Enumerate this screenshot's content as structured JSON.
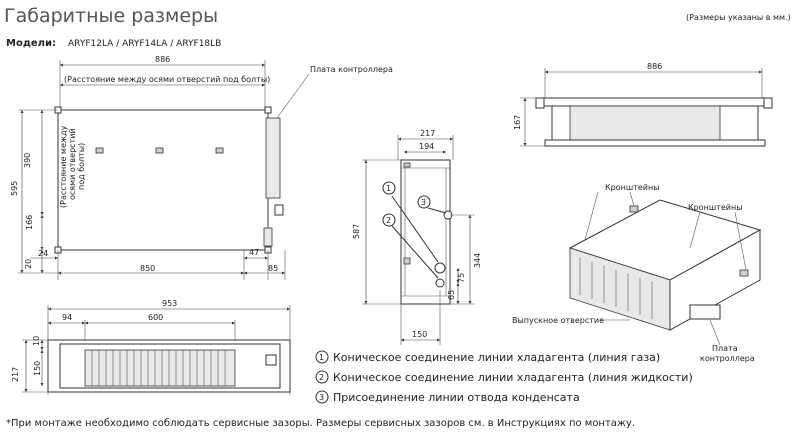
{
  "header": {
    "title": "Габаритные размеры",
    "units_note": "(Размеры указаны в мм.)",
    "models_label": "Модели:",
    "models_value": "ARYF12LA / ARYF14LA / ARYF18LB"
  },
  "top_view": {
    "dim_886": "886",
    "bolt_axis_note": "(Расстояние между осями отверстий под болты)",
    "controller_plate": "Плата контроллера",
    "dim_595": "595",
    "dim_390": "390",
    "vertical_note_1": "(Расстояние между",
    "vertical_note_2": "осями отверстий",
    "vertical_note_3": "под болты)",
    "dim_166": "166",
    "dim_20": "20",
    "dim_24": "24",
    "dim_850": "850",
    "dim_47": "47",
    "dim_85": "85"
  },
  "front_view": {
    "dim_953": "953",
    "dim_94": "94",
    "dim_600": "600",
    "dim_10": "10",
    "dim_150": "150",
    "dim_217": "217"
  },
  "side_view": {
    "dim_217": "217",
    "dim_194": "194",
    "dim_587": "587",
    "dim_344": "344",
    "dim_75": "75",
    "dim_65": "65",
    "dim_150": "150",
    "marker_1": "1",
    "marker_2": "2",
    "marker_3": "3"
  },
  "rear_view": {
    "dim_886": "886",
    "dim_167": "167"
  },
  "iso_view": {
    "brackets_left": "Кронштейны",
    "brackets_right": "Кронштейны",
    "outlet": "Выпускное отверстие",
    "controller_line1": "Плата",
    "controller_line2": "контроллера"
  },
  "legend": [
    {
      "num": "1",
      "text": "Коническое соединение линии хладагента (линия газа)"
    },
    {
      "num": "2",
      "text": "Коническое соединение линии хладагента (линия жидкости)"
    },
    {
      "num": "3",
      "text": "Присоединение линии отвода конденсата"
    }
  ],
  "footnote": "*При монтаже необходимо соблюдать сервисные зазоры. Размеры сервисных зазоров см. в Инструкциях по монтажу."
}
